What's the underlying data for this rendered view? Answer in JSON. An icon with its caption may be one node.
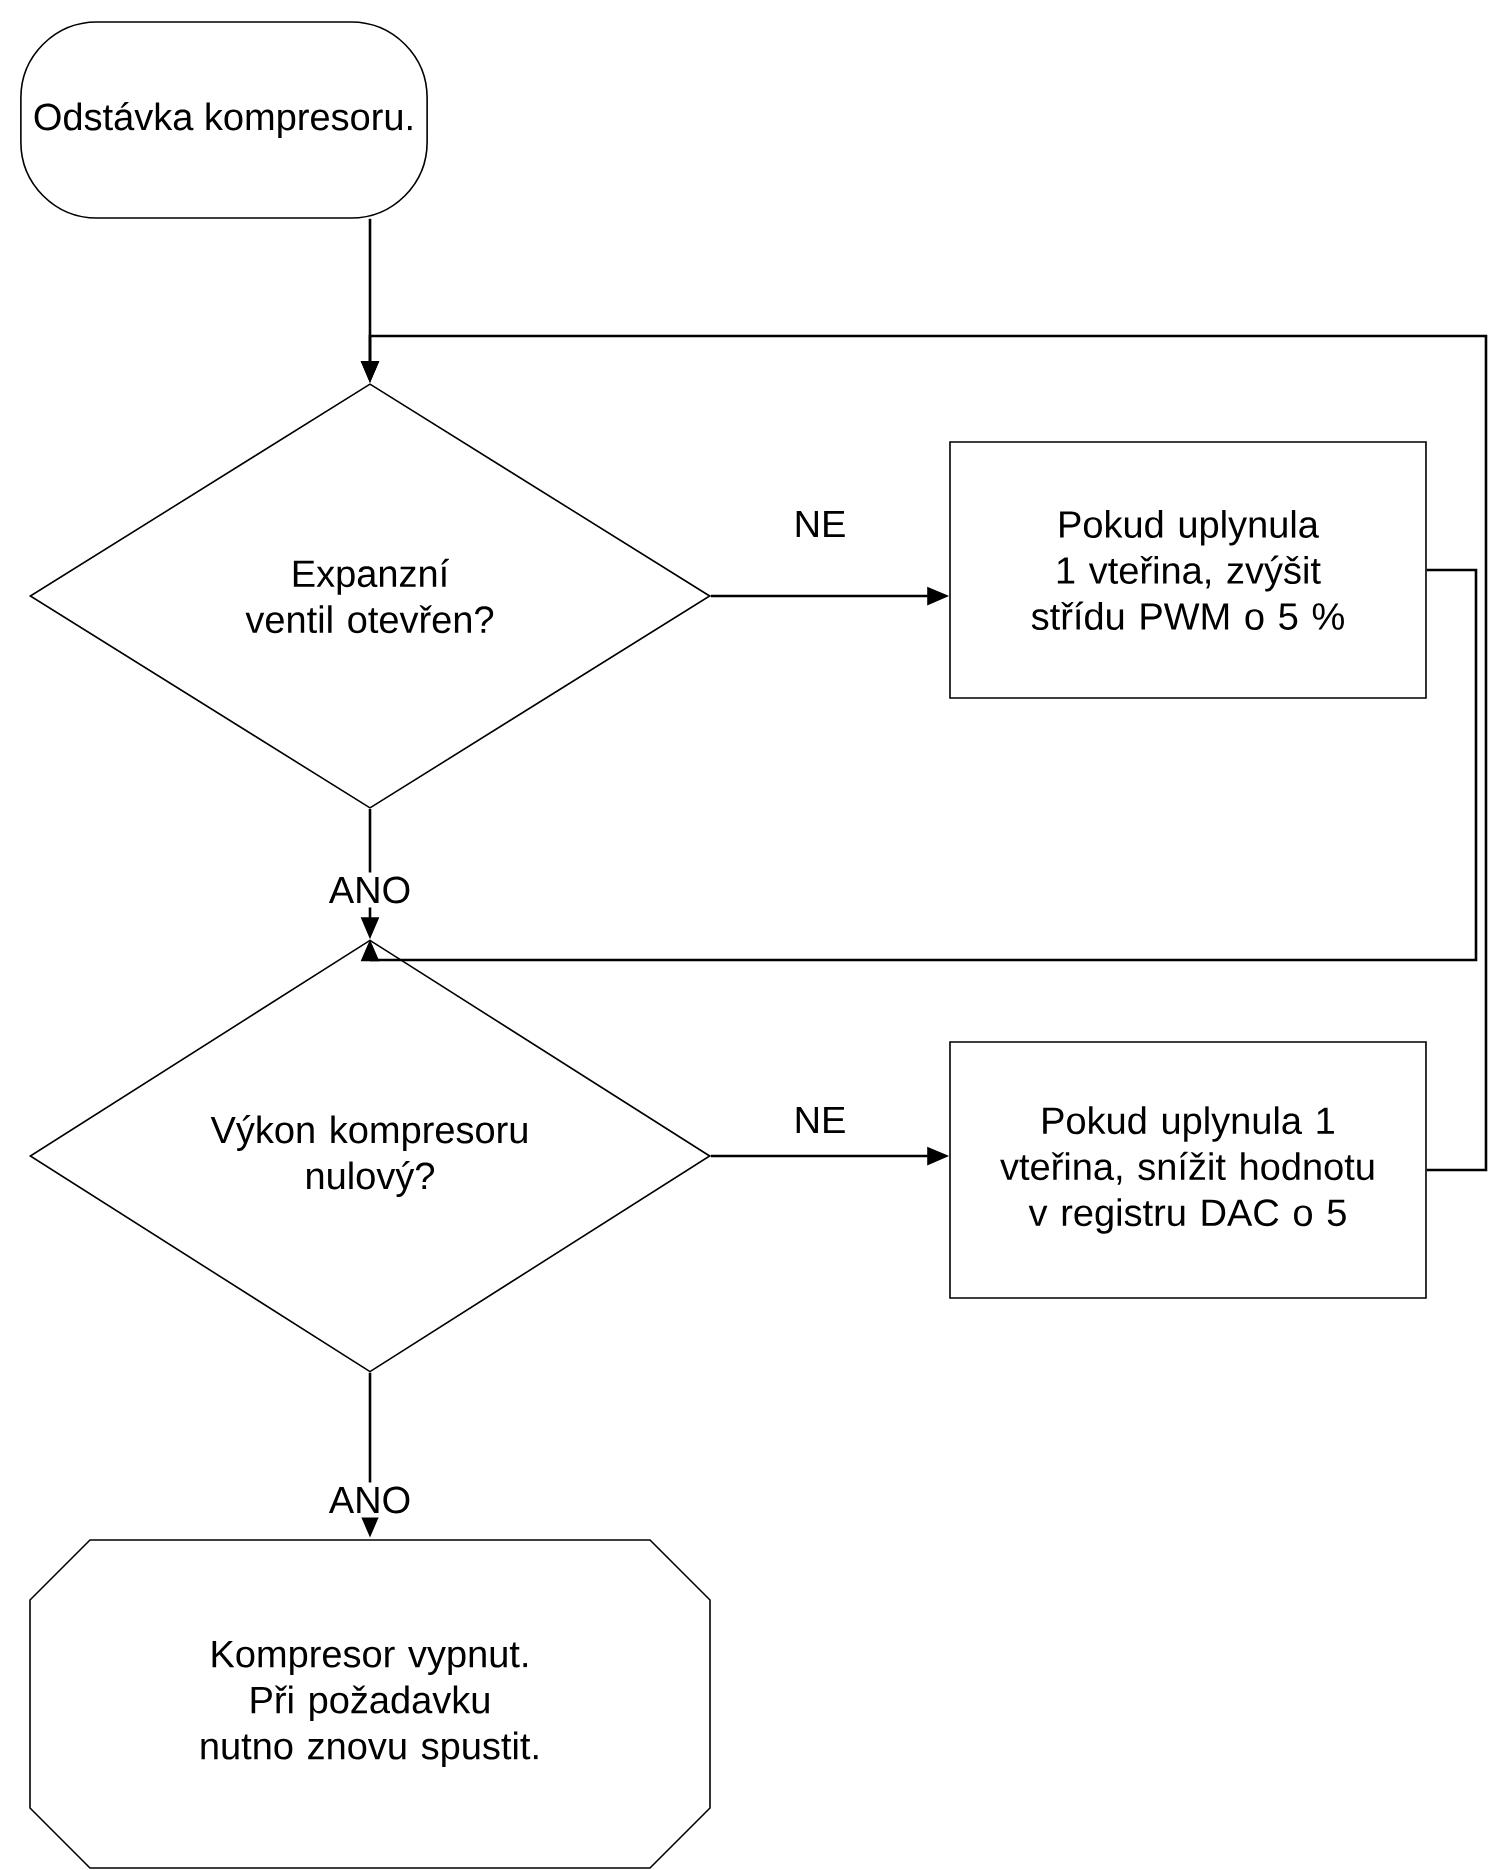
{
  "diagram": {
    "nodes": [
      {
        "text": [
          "Odstávka kompresoru."
        ]
      },
      {
        "text": [
          "Expanzní ventil otevřen?"
        ]
      },
      {
        "text": [
          "Pokud uplynula 1 vteřina, zvýšit střídu PWM o 5 %"
        ]
      },
      {
        "text": [
          "Výkon kompresoru nulový?"
        ]
      },
      {
        "text": [
          "Pokud uplynula 1 vteřina, snížit hodnotu v registru DAC o 5"
        ]
      },
      {
        "text": [
          "Kompresor vypnut. Při požadavku nutno znovu spustit."
        ]
      }
    ],
    "edges": [
      {
        "from": 0,
        "to": 1,
        "arrow": "to"
      },
      {
        "from": 1,
        "to": 2,
        "arrow": "to",
        "label": "NE"
      },
      {
        "from": 1,
        "to": 3,
        "arrow": "to",
        "label": "ANO"
      },
      {
        "from": 2,
        "to": 3,
        "arrow": "to"
      },
      {
        "from": 3,
        "to": 4,
        "arrow": "to",
        "label": "NE"
      },
      {
        "from": 3,
        "to": 5,
        "arrow": "to",
        "label": "ANO"
      },
      {
        "from": 4,
        "to": 1,
        "arrow": "to"
      }
    ]
  }
}
